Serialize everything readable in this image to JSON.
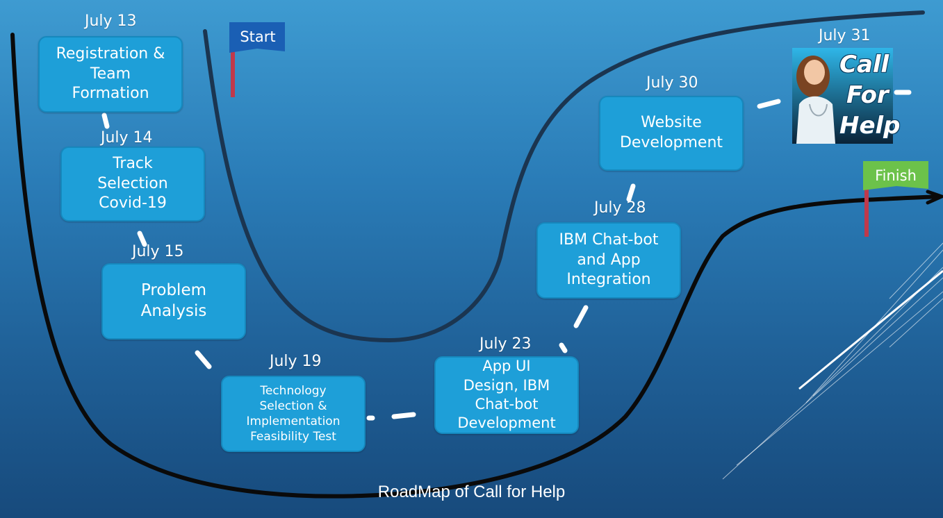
{
  "caption": "RoadMap of Call for Help",
  "start_label": "Start",
  "finish_label": "Finish",
  "logo": {
    "line1": "Call",
    "line2": "For",
    "line3": "Help"
  },
  "milestones": [
    {
      "date": "July 13",
      "title": "Registration &\nTeam\nFormation"
    },
    {
      "date": "July 14",
      "title": "Track\nSelection\nCovid-19"
    },
    {
      "date": "July 15",
      "title": "Problem\nAnalysis"
    },
    {
      "date": "July 19",
      "title": "Technology\nSelection &\nImplementation\nFeasibility Test"
    },
    {
      "date": "July 23",
      "title": "App UI\nDesign, IBM\nChat-bot\nDevelopment"
    },
    {
      "date": "July 28",
      "title": "IBM Chat-bot\nand App\nIntegration"
    },
    {
      "date": "July 30",
      "title": "Website\nDevelopment"
    },
    {
      "date": "July 31",
      "title": ""
    }
  ],
  "colors": {
    "node_fill": "#1e9fd8",
    "start_flag": "#1a5fb4",
    "finish_flag": "#6cc24a",
    "flag_pole": "#c0394b",
    "road_edge_outer": "#0a0a0a",
    "road_edge_inner": "#1b3550"
  }
}
